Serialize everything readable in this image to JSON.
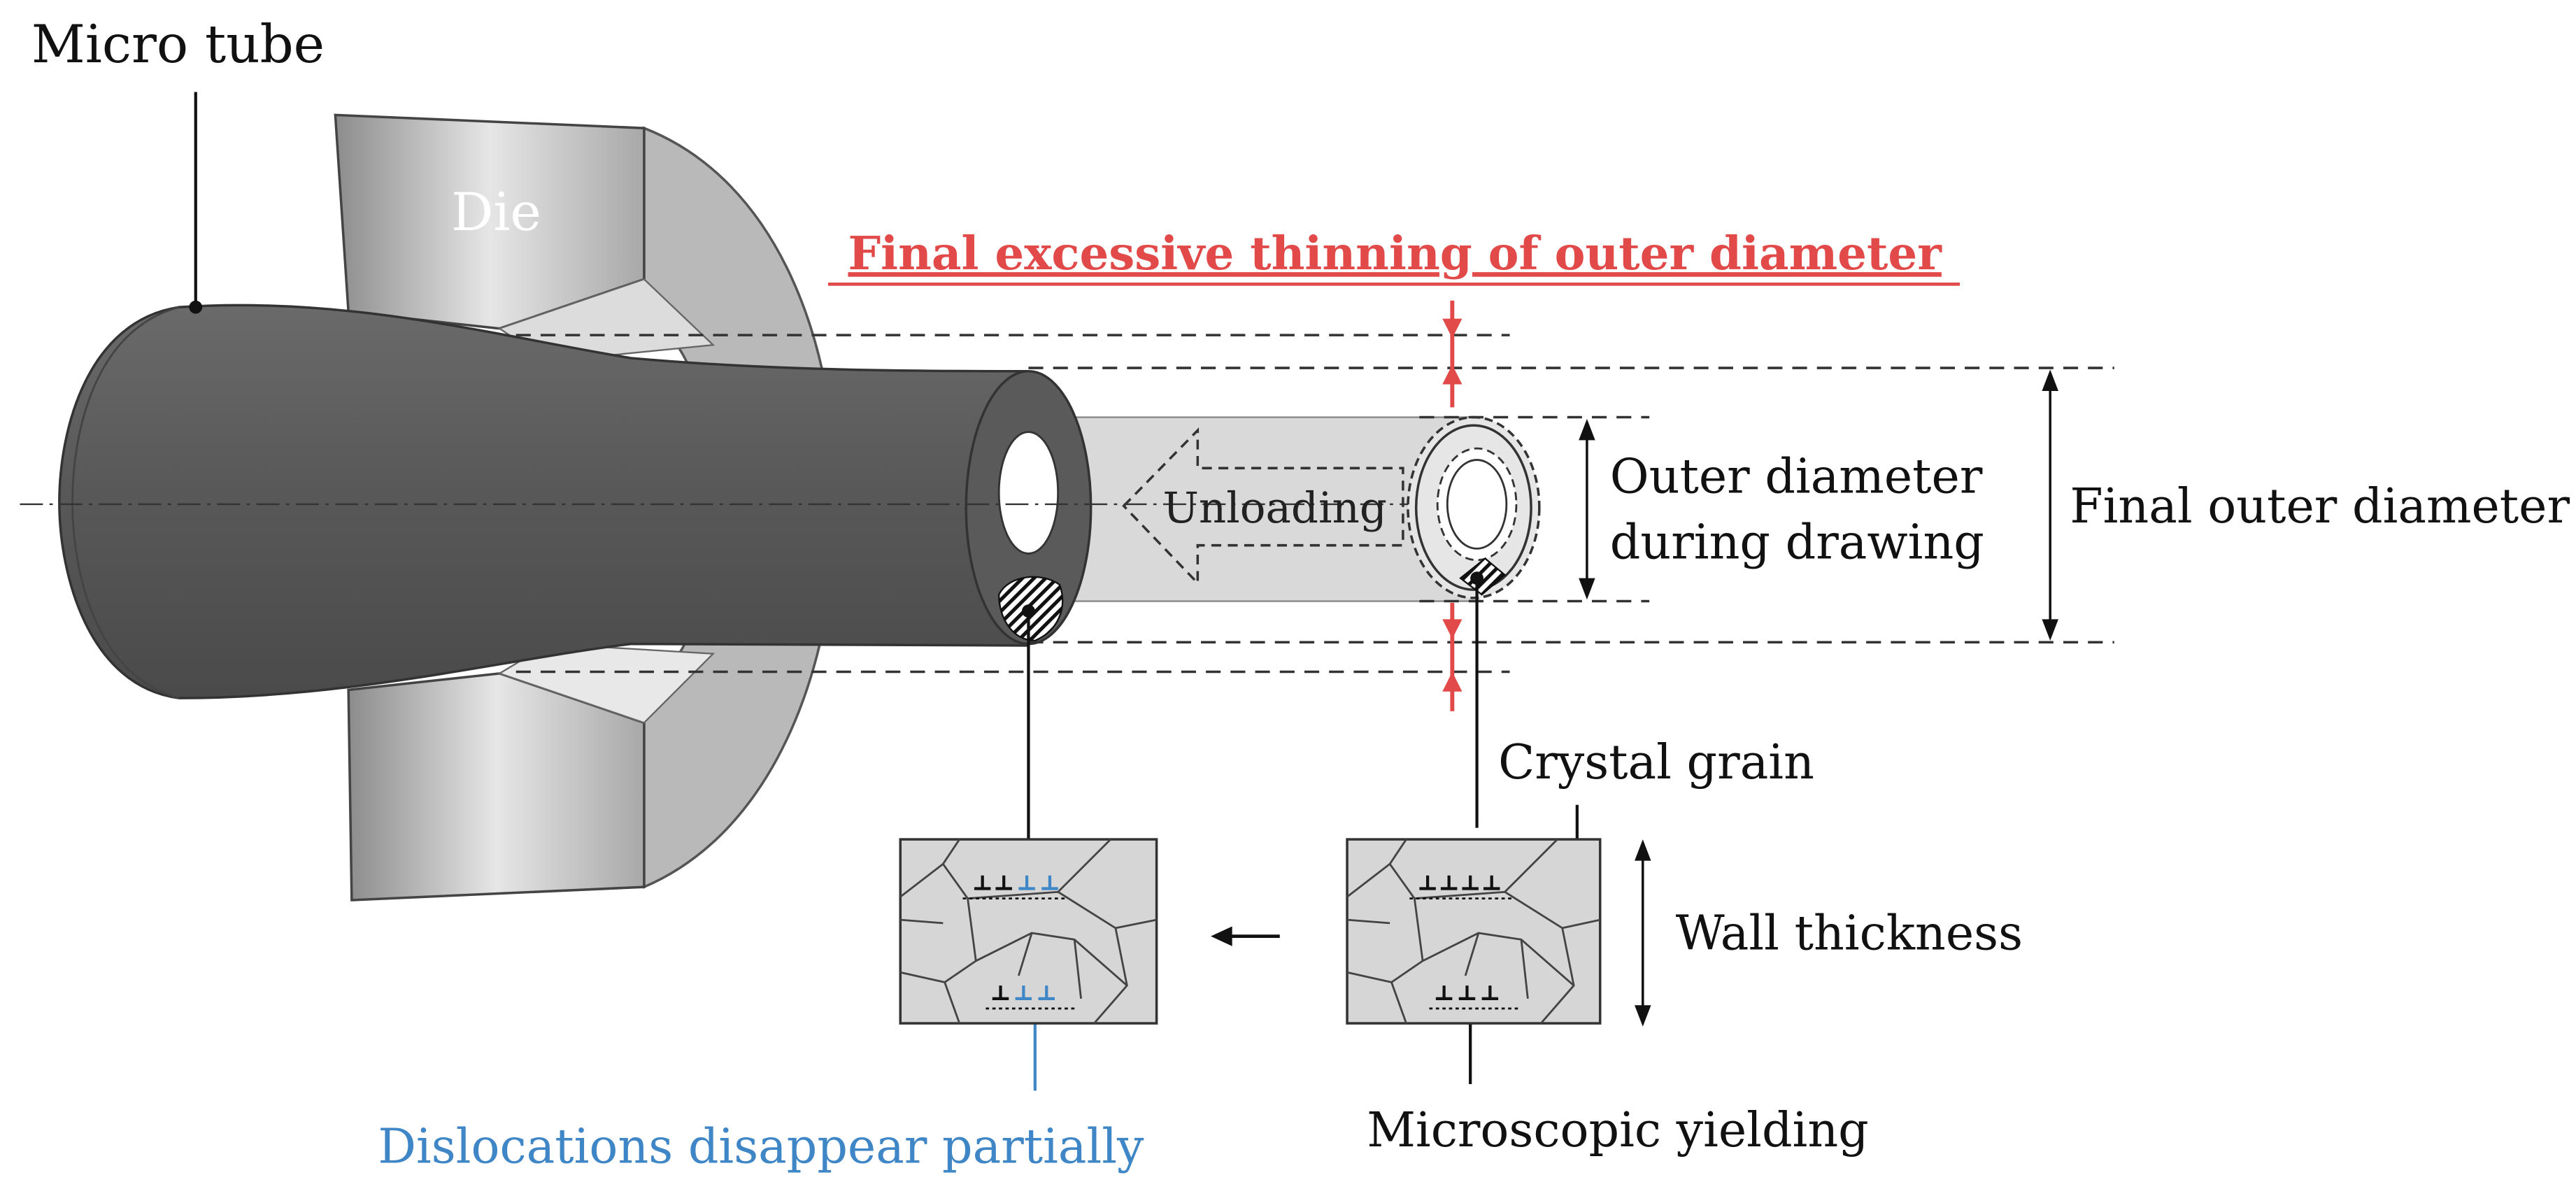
{
  "labels": {
    "micro_tube": "Micro tube",
    "die": "Die",
    "final_thinning": "Final excessive thinning of outer diameter",
    "unloading": "Unloading",
    "outer_diameter_line1": "Outer diameter",
    "outer_diameter_line2": "during drawing",
    "final_outer_diameter": "Final outer diameter",
    "crystal_grain": "Crystal grain",
    "wall_thickness": "Wall thickness",
    "microscopic_yielding": "Microscopic yielding",
    "dislocations_disappear": "Dislocations disappear partially"
  },
  "colors": {
    "accent_red": "#e24a4a",
    "accent_blue": "#3f86c6",
    "tube_dark": "#585858",
    "tube_light": "#d9d9d9",
    "die_grey": "#b5b5b5",
    "grain_fill": "#d6d6d6"
  }
}
